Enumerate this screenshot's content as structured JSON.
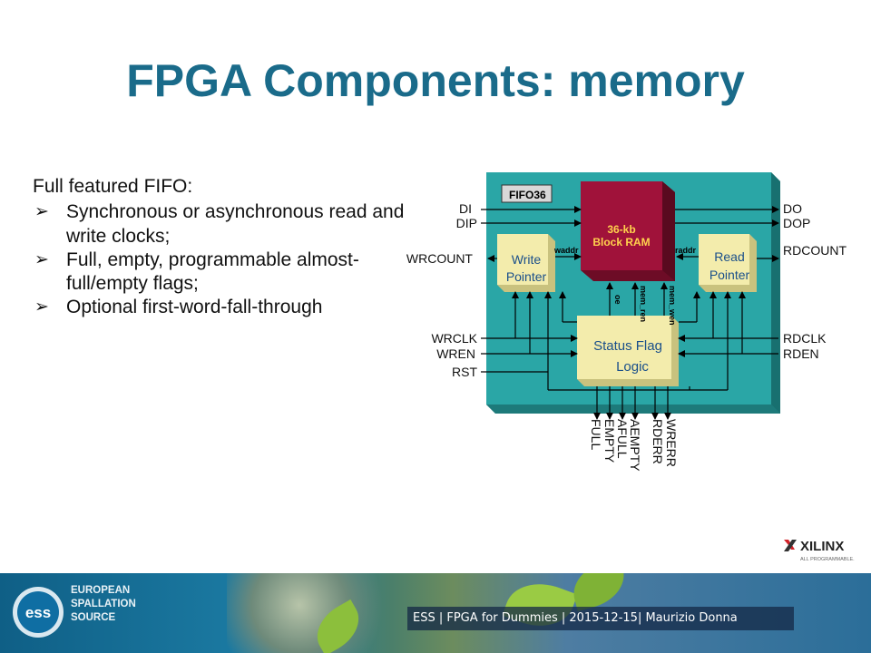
{
  "slide": {
    "title": "FPGA Components: memory",
    "intro": "Full featured FIFO:",
    "bullets": [
      "Synchronous or asynchronous read and write clocks;",
      "Full, empty, programmable almost-full/empty flags;",
      "Optional first-word-fall-through"
    ]
  },
  "diagram": {
    "block_name": "FIFO36",
    "ram_label_1": "36-kb",
    "ram_label_2": "Block RAM",
    "write_pointer_1": "Write",
    "write_pointer_2": "Pointer",
    "read_pointer_1": "Read",
    "read_pointer_2": "Pointer",
    "status_1": "Status Flag",
    "status_2": "Logic",
    "waddr": "waddr",
    "raddr": "raddr",
    "oe": "oe",
    "mem_ren": "mem_ren",
    "mem_wen": "mem_wen",
    "left_signals": [
      "DI",
      "DIP",
      "WRCOUNT",
      "WRCLK",
      "WREN",
      "RST"
    ],
    "right_signals": [
      "DO",
      "DOP",
      "RDCOUNT",
      "RDCLK",
      "RDEN"
    ],
    "bottom_signals": [
      "FULL",
      "EMPTY",
      "AFULL",
      "AEMPTY",
      "RDERR",
      "WRERR"
    ],
    "colors": {
      "teal": "#2aa6a6",
      "ram": "#a0123a",
      "logic": "#f3ecac"
    }
  },
  "logo": {
    "brand": "XILINX",
    "tagline": "ALL PROGRAMMABLE."
  },
  "footer": {
    "org_line1": "EUROPEAN",
    "org_line2": "SPALLATION",
    "org_line3": "SOURCE",
    "logo_mark": "ess",
    "caption": "ESS | FPGA for Dummies | 2015-12-15| Maurizio Donna"
  }
}
